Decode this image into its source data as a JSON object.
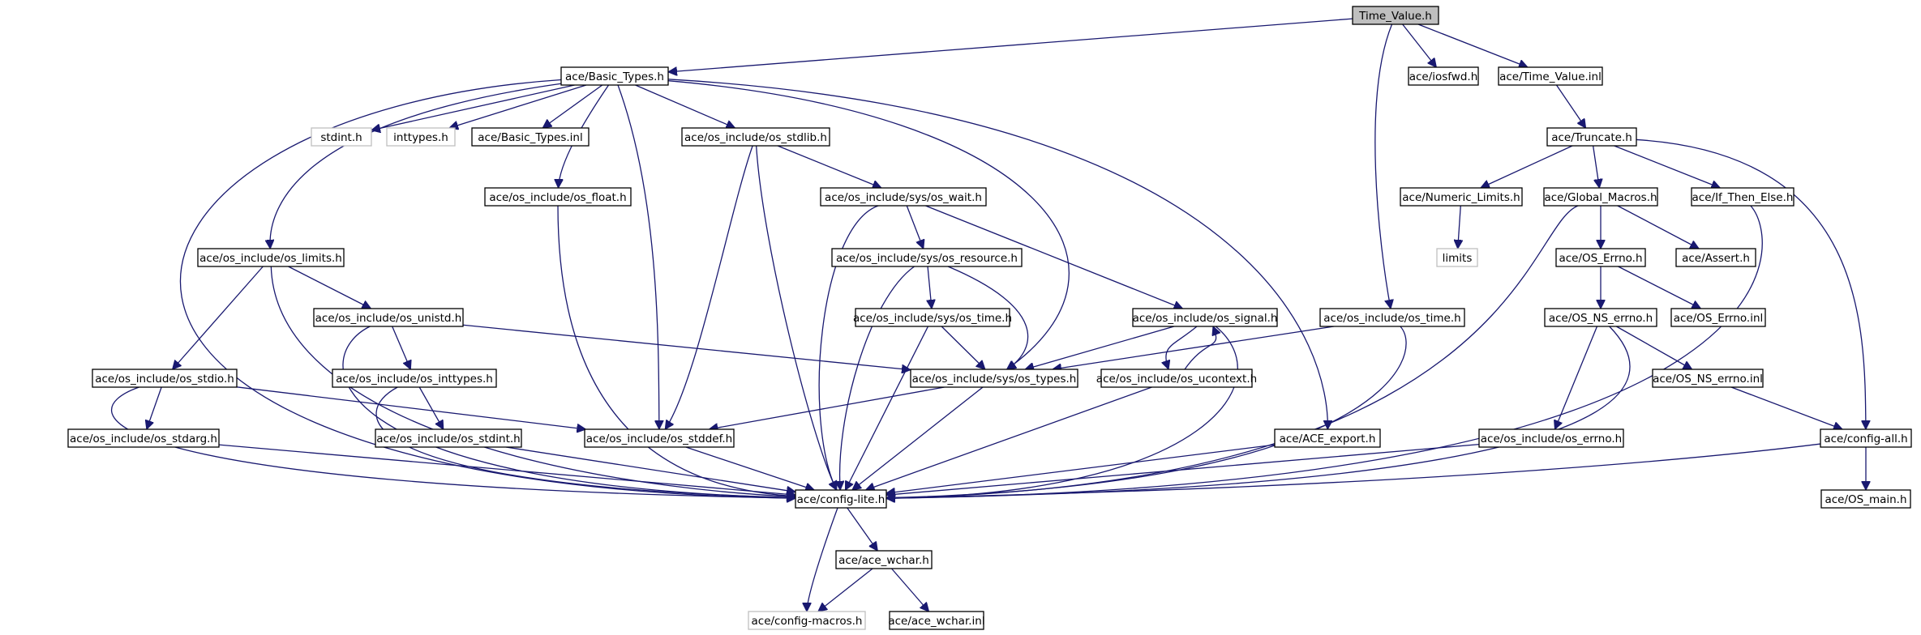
{
  "diagram": {
    "nodes": [
      {
        "id": "time_value_h",
        "label": "Time_Value.h",
        "kind": "root"
      },
      {
        "id": "basic_types_h",
        "label": "ace/Basic_Types.h"
      },
      {
        "id": "iosfwd_h",
        "label": "ace/iosfwd.h"
      },
      {
        "id": "time_value_inl",
        "label": "ace/Time_Value.inl"
      },
      {
        "id": "stdint_h",
        "label": "stdint.h",
        "kind": "system"
      },
      {
        "id": "inttypes_h",
        "label": "inttypes.h",
        "kind": "system"
      },
      {
        "id": "basic_types_inl",
        "label": "ace/Basic_Types.inl"
      },
      {
        "id": "os_stdlib_h",
        "label": "ace/os_include/os_stdlib.h"
      },
      {
        "id": "truncate_h",
        "label": "ace/Truncate.h"
      },
      {
        "id": "os_float_h",
        "label": "ace/os_include/os_float.h"
      },
      {
        "id": "sys_os_wait_h",
        "label": "ace/os_include/sys/os_wait.h"
      },
      {
        "id": "numeric_limits_h",
        "label": "ace/Numeric_Limits.h"
      },
      {
        "id": "global_macros_h",
        "label": "ace/Global_Macros.h"
      },
      {
        "id": "if_then_else_h",
        "label": "ace/If_Then_Else.h"
      },
      {
        "id": "os_limits_h",
        "label": "ace/os_include/os_limits.h"
      },
      {
        "id": "sys_os_resource_h",
        "label": "ace/os_include/sys/os_resource.h"
      },
      {
        "id": "limits",
        "label": "limits",
        "kind": "system"
      },
      {
        "id": "os_errno_h",
        "label": "ace/OS_Errno.h"
      },
      {
        "id": "assert_h",
        "label": "ace/Assert.h"
      },
      {
        "id": "os_unistd_h",
        "label": "ace/os_include/os_unistd.h"
      },
      {
        "id": "sys_os_time_h",
        "label": "ace/os_include/sys/os_time.h"
      },
      {
        "id": "os_signal_h",
        "label": "ace/os_include/os_signal.h"
      },
      {
        "id": "os_time_h",
        "label": "ace/os_include/os_time.h"
      },
      {
        "id": "os_ns_errno_h",
        "label": "ace/OS_NS_errno.h"
      },
      {
        "id": "os_errno_inl",
        "label": "ace/OS_Errno.inl"
      },
      {
        "id": "os_stdio_h",
        "label": "ace/os_include/os_stdio.h"
      },
      {
        "id": "os_inttypes_h",
        "label": "ace/os_include/os_inttypes.h"
      },
      {
        "id": "sys_os_types_h",
        "label": "ace/os_include/sys/os_types.h"
      },
      {
        "id": "os_ucontext_h",
        "label": "ace/os_include/os_ucontext.h"
      },
      {
        "id": "os_ns_errno_inl",
        "label": "ace/OS_NS_errno.inl"
      },
      {
        "id": "os_stdarg_h",
        "label": "ace/os_include/os_stdarg.h"
      },
      {
        "id": "os_stdint_h",
        "label": "ace/os_include/os_stdint.h"
      },
      {
        "id": "os_stddef_h",
        "label": "ace/os_include/os_stddef.h"
      },
      {
        "id": "ace_export_h",
        "label": "ace/ACE_export.h"
      },
      {
        "id": "os_include_os_errno_h",
        "label": "ace/os_include/os_errno.h"
      },
      {
        "id": "config_all_h",
        "label": "ace/config-all.h"
      },
      {
        "id": "config_lite_h",
        "label": "ace/config-lite.h"
      },
      {
        "id": "os_main_h",
        "label": "ace/OS_main.h"
      },
      {
        "id": "ace_wchar_h",
        "label": "ace/ace_wchar.h"
      },
      {
        "id": "config_macros_h",
        "label": "ace/config-macros.h",
        "kind": "system"
      },
      {
        "id": "ace_wchar_inl",
        "label": "ace/ace_wchar.inl"
      }
    ],
    "edges": [
      [
        "time_value_h",
        "basic_types_h"
      ],
      [
        "time_value_h",
        "iosfwd_h"
      ],
      [
        "time_value_h",
        "time_value_inl"
      ],
      [
        "time_value_h",
        "os_time_h"
      ],
      [
        "basic_types_h",
        "stdint_h"
      ],
      [
        "basic_types_h",
        "inttypes_h"
      ],
      [
        "basic_types_h",
        "basic_types_inl"
      ],
      [
        "basic_types_h",
        "os_stdlib_h"
      ],
      [
        "basic_types_h",
        "os_float_h"
      ],
      [
        "basic_types_h",
        "os_limits_h"
      ],
      [
        "basic_types_h",
        "os_stddef_h"
      ],
      [
        "basic_types_h",
        "sys_os_types_h"
      ],
      [
        "basic_types_h",
        "ace_export_h"
      ],
      [
        "basic_types_h",
        "config_lite_h"
      ],
      [
        "time_value_inl",
        "truncate_h"
      ],
      [
        "os_stdlib_h",
        "sys_os_wait_h"
      ],
      [
        "os_stdlib_h",
        "os_stddef_h"
      ],
      [
        "os_stdlib_h",
        "config_lite_h"
      ],
      [
        "truncate_h",
        "numeric_limits_h"
      ],
      [
        "truncate_h",
        "global_macros_h"
      ],
      [
        "truncate_h",
        "if_then_else_h"
      ],
      [
        "truncate_h",
        "config_all_h"
      ],
      [
        "os_float_h",
        "config_lite_h"
      ],
      [
        "sys_os_wait_h",
        "sys_os_resource_h"
      ],
      [
        "sys_os_wait_h",
        "os_signal_h"
      ],
      [
        "sys_os_wait_h",
        "config_lite_h"
      ],
      [
        "numeric_limits_h",
        "limits"
      ],
      [
        "global_macros_h",
        "os_errno_h"
      ],
      [
        "global_macros_h",
        "assert_h"
      ],
      [
        "global_macros_h",
        "config_lite_h"
      ],
      [
        "if_then_else_h",
        "config_lite_h"
      ],
      [
        "os_limits_h",
        "os_unistd_h"
      ],
      [
        "os_limits_h",
        "os_stdio_h"
      ],
      [
        "os_limits_h",
        "config_lite_h"
      ],
      [
        "sys_os_resource_h",
        "sys_os_time_h"
      ],
      [
        "sys_os_resource_h",
        "sys_os_types_h"
      ],
      [
        "sys_os_resource_h",
        "config_lite_h"
      ],
      [
        "os_errno_h",
        "os_ns_errno_h"
      ],
      [
        "os_errno_h",
        "os_errno_inl"
      ],
      [
        "os_unistd_h",
        "os_inttypes_h"
      ],
      [
        "os_unistd_h",
        "sys_os_types_h"
      ],
      [
        "os_unistd_h",
        "config_lite_h"
      ],
      [
        "sys_os_time_h",
        "sys_os_types_h"
      ],
      [
        "sys_os_time_h",
        "config_lite_h"
      ],
      [
        "os_signal_h",
        "sys_os_types_h"
      ],
      [
        "os_signal_h",
        "os_ucontext_h"
      ],
      [
        "os_signal_h",
        "config_lite_h"
      ],
      [
        "os_ucontext_h",
        "os_signal_h"
      ],
      [
        "os_ucontext_h",
        "config_lite_h"
      ],
      [
        "os_time_h",
        "sys_os_types_h"
      ],
      [
        "os_time_h",
        "config_lite_h"
      ],
      [
        "os_ns_errno_h",
        "os_include_os_errno_h"
      ],
      [
        "os_ns_errno_h",
        "os_ns_errno_inl"
      ],
      [
        "os_ns_errno_h",
        "config_lite_h"
      ],
      [
        "os_ns_errno_inl",
        "config_all_h"
      ],
      [
        "os_stdio_h",
        "os_stdarg_h"
      ],
      [
        "os_stdio_h",
        "os_stddef_h"
      ],
      [
        "os_stdio_h",
        "config_lite_h"
      ],
      [
        "os_inttypes_h",
        "os_stdint_h"
      ],
      [
        "os_inttypes_h",
        "config_lite_h"
      ],
      [
        "sys_os_types_h",
        "os_stddef_h"
      ],
      [
        "sys_os_types_h",
        "config_lite_h"
      ],
      [
        "os_stdarg_h",
        "config_lite_h"
      ],
      [
        "os_stdint_h",
        "config_lite_h"
      ],
      [
        "os_stddef_h",
        "config_lite_h"
      ],
      [
        "ace_export_h",
        "config_lite_h"
      ],
      [
        "os_include_os_errno_h",
        "config_lite_h"
      ],
      [
        "config_all_h",
        "config_lite_h"
      ],
      [
        "config_all_h",
        "os_main_h"
      ],
      [
        "config_lite_h",
        "ace_wchar_h"
      ],
      [
        "config_lite_h",
        "config_macros_h"
      ],
      [
        "ace_wchar_h",
        "config_macros_h"
      ],
      [
        "ace_wchar_h",
        "ace_wchar_inl"
      ]
    ]
  }
}
